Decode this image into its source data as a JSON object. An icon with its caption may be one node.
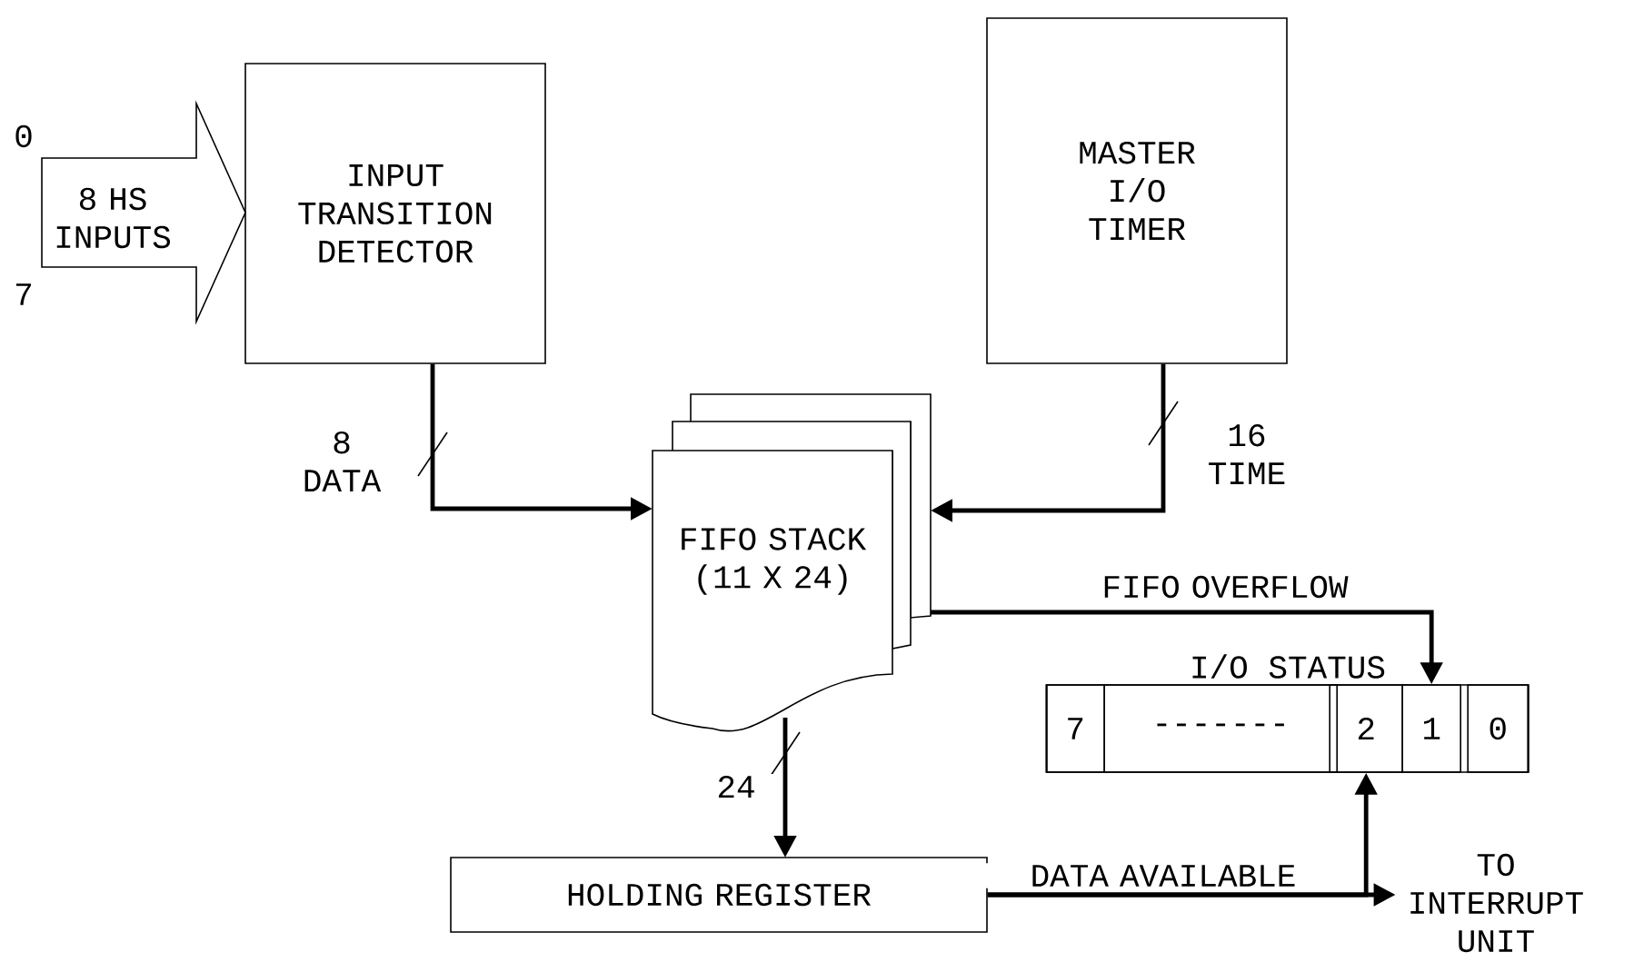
{
  "diagram": {
    "nodes": [
      {
        "text": [
          "8 HS INPUTS"
        ],
        "beside": [
          "0",
          "7"
        ]
      },
      {
        "text": [
          "INPUT TRANSITION DETECTOR"
        ]
      },
      {
        "text": [
          "MASTER I/O TIMER"
        ]
      },
      {
        "text": [
          "FIFO STACK (11 X 24)"
        ]
      },
      {
        "text": [
          "I/O STATUS"
        ]
      },
      {
        "text": [
          "7"
        ],
        "in": 4
      },
      {
        "text": [
          "-------"
        ],
        "in": 4
      },
      {
        "text": [
          "2"
        ],
        "in": 4
      },
      {
        "text": [
          "1"
        ],
        "in": 4
      },
      {
        "text": [
          "0"
        ],
        "in": 4
      },
      {
        "text": [
          "HOLDING REGISTER"
        ]
      },
      {
        "text": [
          "TO INTERRUPT UNIT"
        ]
      }
    ],
    "edges": [
      {
        "from": 1,
        "to": 3,
        "arrow": "to",
        "label": "8 DATA"
      },
      {
        "from": 2,
        "to": 3,
        "arrow": "to",
        "label": "16 TIME"
      },
      {
        "from": 3,
        "to": 8,
        "arrow": "to",
        "label": "FIFO OVERFLOW"
      },
      {
        "from": 3,
        "to": 10,
        "arrow": "to",
        "label": "24"
      },
      {
        "from": 10,
        "to": 11,
        "arrow": "to",
        "label": "DATA AVAILABLE"
      },
      {
        "from": 10,
        "to": 7,
        "arrow": "to"
      }
    ]
  }
}
